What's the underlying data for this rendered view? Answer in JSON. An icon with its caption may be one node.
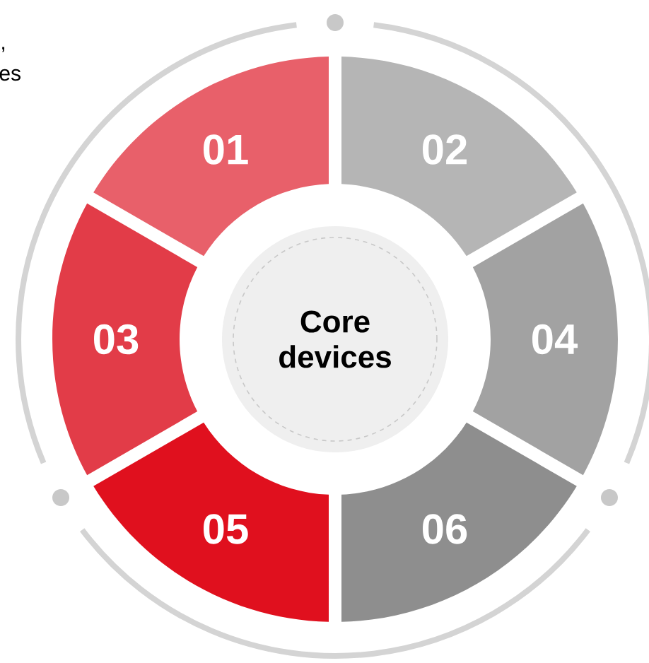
{
  "diagram": {
    "nodes": [
      {
        "text": [
          "Core devices"
        ]
      },
      {
        "text": [
          "01"
        ]
      },
      {
        "text": [
          "02"
        ]
      },
      {
        "text": [
          "03"
        ]
      },
      {
        "text": [
          "04"
        ]
      },
      {
        "text": [
          "05"
        ]
      },
      {
        "text": [
          "06"
        ]
      }
    ],
    "labels": [
      ",",
      "es"
    ]
  }
}
